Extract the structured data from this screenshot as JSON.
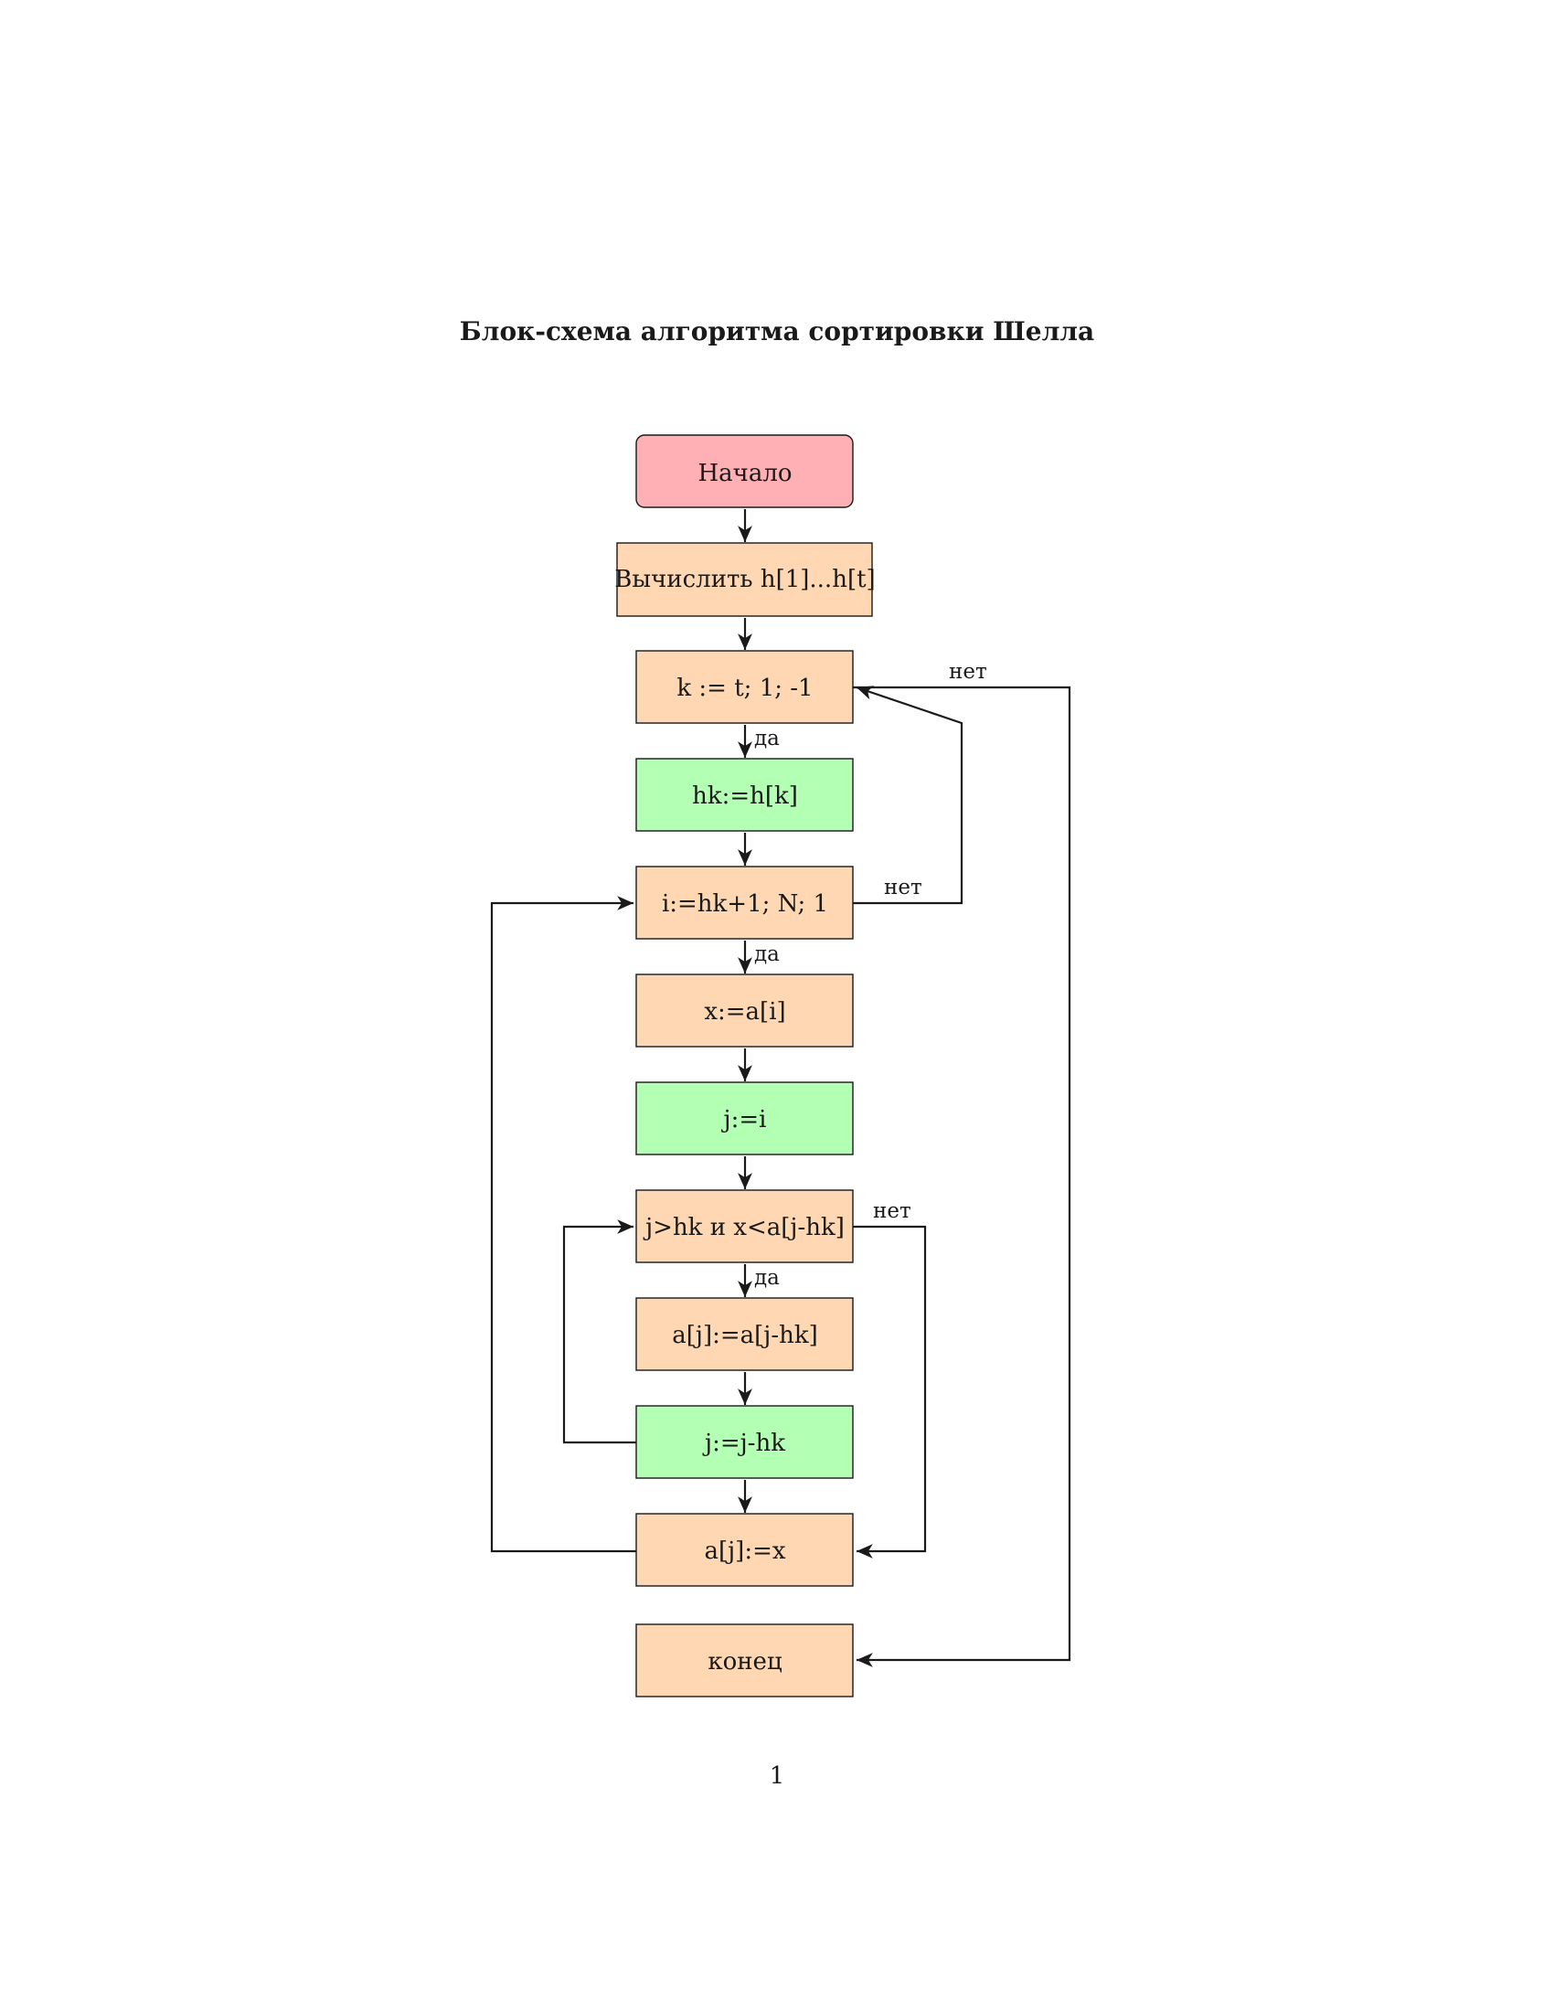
{
  "title": "Блок-схема алгоритма сортировки Шелла",
  "page_number": "1",
  "colors": {
    "start": "#ffb0b5",
    "process": "#ffd8b3",
    "assign": "#b3ffb3",
    "stroke": "#1a1a1a"
  },
  "nodes": [
    {
      "id": "start",
      "label": "Начало",
      "kind": "start"
    },
    {
      "id": "compute-h",
      "label": "Вычислить h[1]...h[t]",
      "kind": "process"
    },
    {
      "id": "loop-k",
      "label": "k := t; 1; -1",
      "kind": "process"
    },
    {
      "id": "hk",
      "label": "hk:=h[k]",
      "kind": "assign"
    },
    {
      "id": "loop-i",
      "label": "i:=hk+1; N; 1",
      "kind": "process"
    },
    {
      "id": "x-assign",
      "label": "x:=a[i]",
      "kind": "process"
    },
    {
      "id": "j-assign",
      "label": "j:=i",
      "kind": "assign"
    },
    {
      "id": "cond-while",
      "label": "j>hk и x<a[j-hk]",
      "kind": "process"
    },
    {
      "id": "shift",
      "label": "a[j]:=a[j-hk]",
      "kind": "process"
    },
    {
      "id": "j-dec",
      "label": "j:=j-hk",
      "kind": "assign"
    },
    {
      "id": "insert",
      "label": "a[j]:=x",
      "kind": "process"
    },
    {
      "id": "end",
      "label": "конец",
      "kind": "process"
    }
  ],
  "edge_labels": {
    "yes": "да",
    "no": "нет"
  }
}
